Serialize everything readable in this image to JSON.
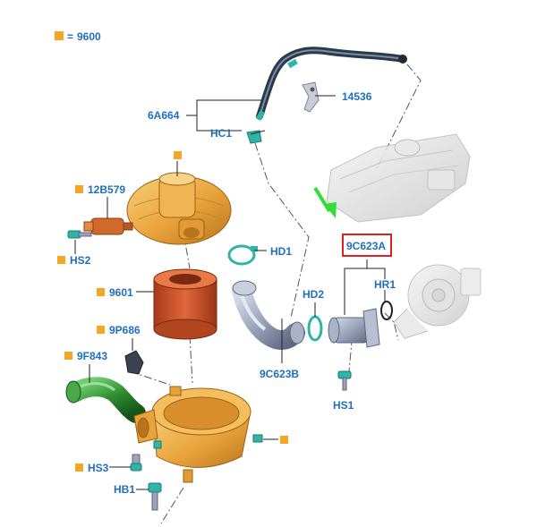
{
  "legend": {
    "code": "9600",
    "prefix": "="
  },
  "labels": {
    "hose_upper": "6A664",
    "bracket": "14536",
    "clamp_hc1": "HC1",
    "sensor": "12B579",
    "bolt_hs2": "HS2",
    "filter": "9601",
    "clamp_hd1": "HD1",
    "connector": "9P686",
    "duct": "9F843",
    "bolt_hs3": "HS3",
    "bolt_hb1": "HB1",
    "tube": "9C623B",
    "clamp_hd2": "HD2",
    "boxed": "9C623A",
    "ring_hr1": "HR1",
    "bolt_hs1": "HS1"
  },
  "colors": {
    "legend_square": "#f5a623",
    "label_text": "#1f6fbf",
    "highlight_box": "#e02020",
    "arrow": "#33dd33",
    "housing": "#e8a23a",
    "filter": "#c8502a",
    "duct": "#2f8a2f",
    "hose": "#2b3a4a",
    "clamp": "#2fb5a8",
    "tube": "#9aa3b8"
  }
}
